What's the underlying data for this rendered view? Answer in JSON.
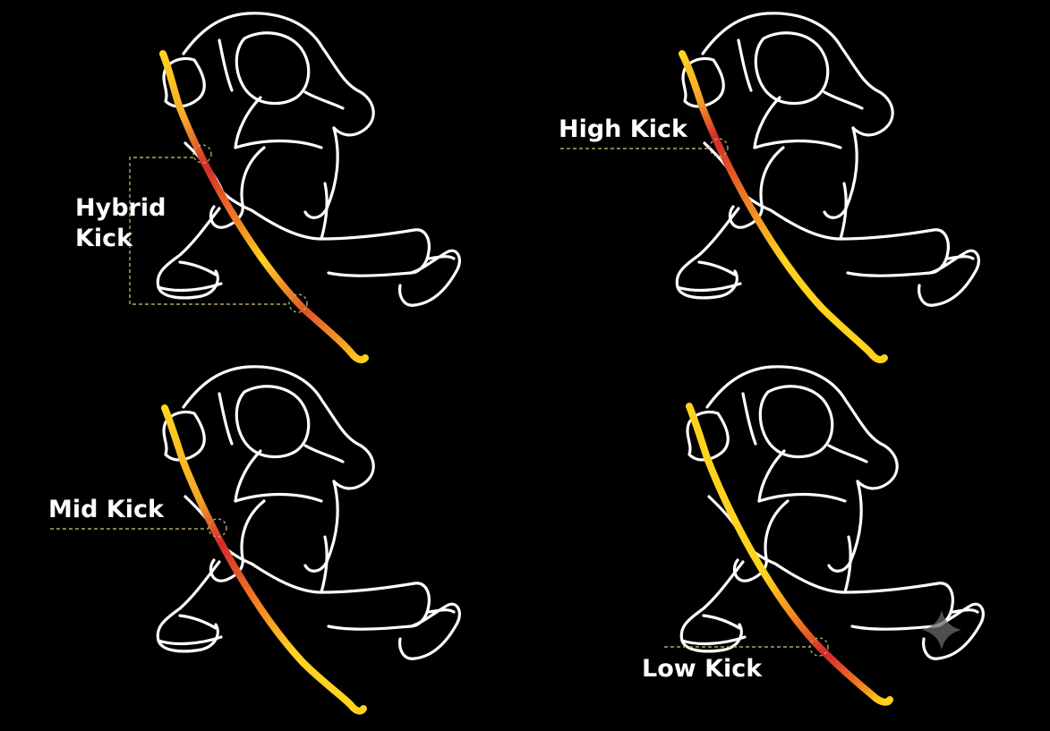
{
  "colors": {
    "background": "#000000",
    "outline": "#ffffff",
    "stick_yellow": "#ffd21f",
    "stick_orange": "#f07a22",
    "stick_red": "#d22a2a",
    "guide_line": "#b8a46a"
  },
  "panels": [
    {
      "id": "hybrid",
      "label_lines": [
        "Hybrid",
        "Kick"
      ],
      "flex_zone": "between marked points"
    },
    {
      "id": "high",
      "label_lines": [
        "High Kick"
      ],
      "flex_zone": "upper shaft"
    },
    {
      "id": "mid",
      "label_lines": [
        "Mid Kick"
      ],
      "flex_zone": "middle shaft"
    },
    {
      "id": "low",
      "label_lines": [
        "Low Kick"
      ],
      "flex_zone": "lower shaft"
    }
  ]
}
